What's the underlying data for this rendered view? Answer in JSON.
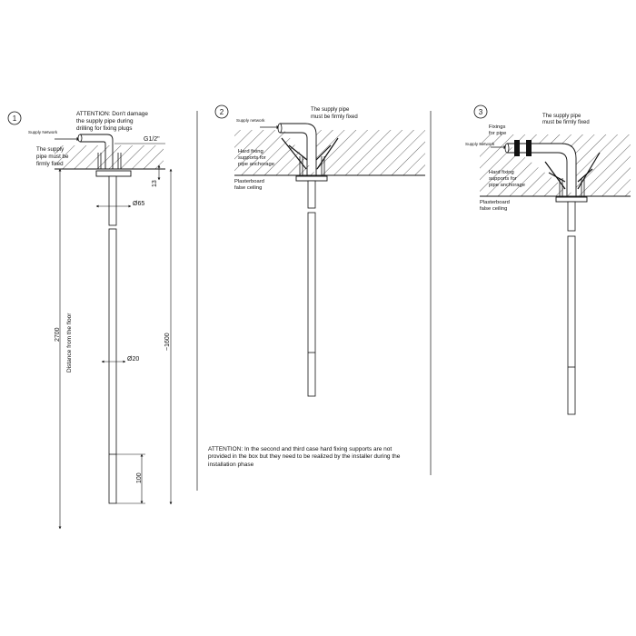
{
  "step_markers": [
    "1",
    "2",
    "3"
  ],
  "fig1": {
    "attention_lines": [
      "ATTENTION: Don't damage",
      "the supply pipe during",
      "drilling for fixing plugs"
    ],
    "supply_network": "Supply Network",
    "supply_pipe_lines": [
      "The supply",
      "pipe must be",
      "firmly fixed"
    ],
    "thread_label": "G1/2\"",
    "dim_flange_height": "13",
    "dim_flange_diameter": "Ø65",
    "dim_pipe_diameter": "Ø20",
    "dim_floor_height": "2700",
    "distance_from_floor": "Distance from the floor",
    "dim_total_length": "~1600",
    "dim_end_segment": "100"
  },
  "fig2": {
    "supply_network": "Supply network",
    "supply_pipe_lines": [
      "The supply pipe",
      "must be firmly fixed"
    ],
    "hard_fixing_lines": [
      "Hard fixing",
      "supports for",
      "pipe anchorage"
    ],
    "plasterboard_lines": [
      "Plasterboard",
      "false ceiling"
    ]
  },
  "fig3": {
    "fixings_lines": [
      "Fixings",
      "for pipe"
    ],
    "supply_network": "Supply Network",
    "supply_pipe_lines": [
      "The supply pipe",
      "must be firmly fixed"
    ],
    "hard_fixing_lines": [
      "Hard fixing",
      "supports for",
      "pipe anchorage"
    ],
    "plasterboard_lines": [
      "Plasterboard",
      "false ceiling"
    ]
  },
  "bottom_note": "ATTENTION: In the second and third case hard fixing supports are not provided in the box but they need to be realized by the installer during the installation phase"
}
